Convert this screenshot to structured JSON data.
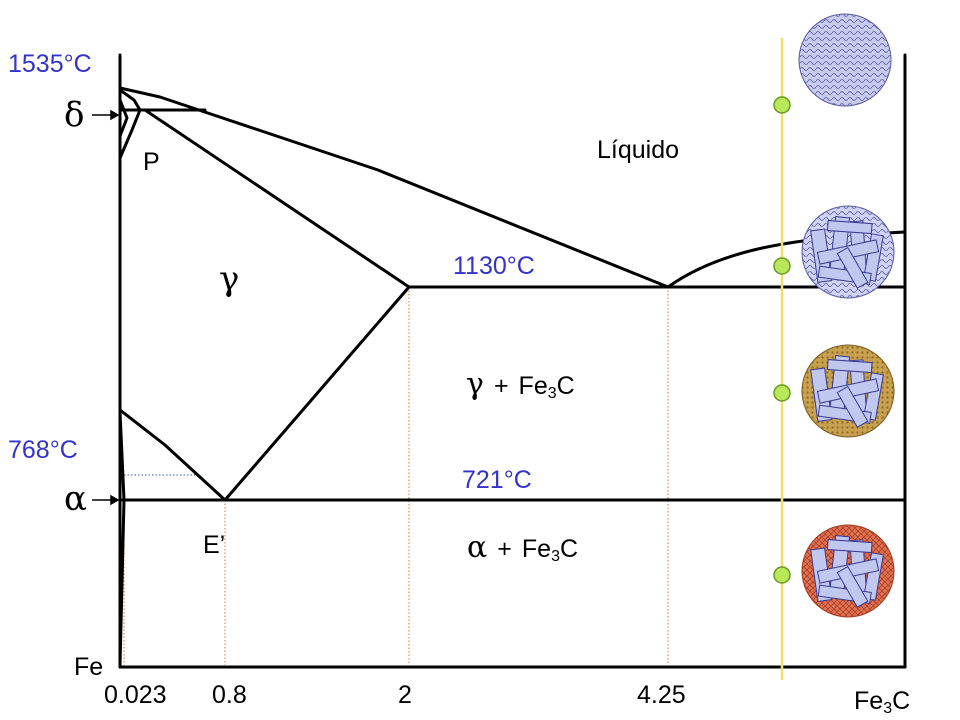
{
  "temperatures": {
    "t1535": "1535°C",
    "t1130": "1130°C",
    "t768": "768°C",
    "t721": "721°C"
  },
  "phases": {
    "delta": "δ",
    "alpha": "α",
    "gamma": "γ",
    "liquid": "Líquido",
    "point_p": "P",
    "point_e": "E’",
    "gamma_fe3c": {
      "phase": "γ",
      "plus": "+",
      "base": "Fe",
      "sub": "3",
      "tail": "C"
    },
    "alpha_fe3c": {
      "phase": "α",
      "plus": "+",
      "base": "Fe",
      "sub": "3",
      "tail": "C"
    }
  },
  "composition_axis": {
    "left_label": "Fe",
    "ticks": [
      "0.023",
      "0.8",
      "2",
      "4.25"
    ],
    "right_label": {
      "base": "Fe",
      "sub": "3",
      "tail": "C"
    }
  },
  "colors": {
    "line": "#000000",
    "temperature_text": "#3333cc",
    "guide_orange": "#e07020",
    "guide_blue": "#3355aa",
    "composition_line": "#f0e060",
    "marker_fill": "#b8e85a",
    "marker_stroke": "#6a9a20",
    "circle_liquid": "#c8cdf0",
    "circle_liquid_solid": "#d0d4f4",
    "circle_gamma_fe3c": "#c8a050",
    "circle_alpha_fe3c": "#e07050",
    "crystal_fill": "#c0c8f0"
  },
  "microstructures": [
    "liquid-circle",
    "liquid-plus-solid-circle",
    "gamma-fe3c-circle",
    "alpha-fe3c-circle"
  ]
}
